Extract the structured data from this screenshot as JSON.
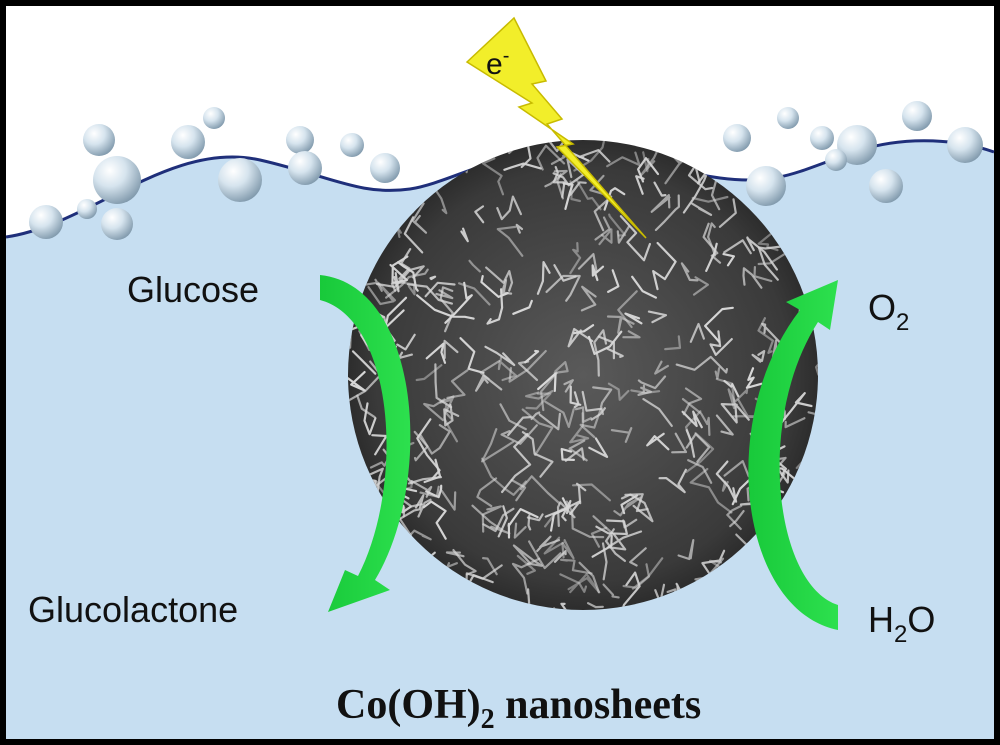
{
  "labels": {
    "electron": "e",
    "electron_sup": "-",
    "glucose": "Glucose",
    "glucolactone": "Glucolactone",
    "o2_main": "O",
    "o2_sub": "2",
    "h2o_h": "H",
    "h2o_sub": "2",
    "h2o_o": "O",
    "caption_a": "Co(OH)",
    "caption_sub": "2",
    "caption_b": " nanosheets"
  },
  "colors": {
    "liquid": "#c6def1",
    "sky": "#ffffff",
    "arrow": "#22d040",
    "bolt": "#f2ee2a"
  }
}
